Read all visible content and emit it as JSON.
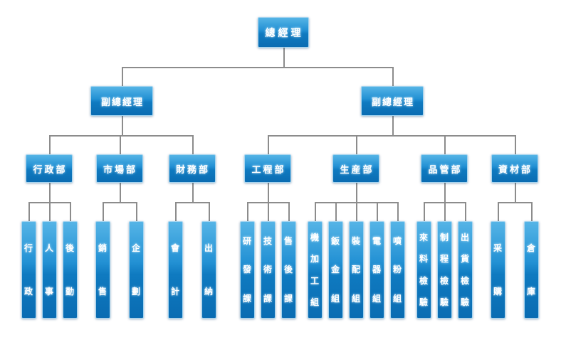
{
  "chart": {
    "type": "org-chart",
    "root": {
      "label": "總經理"
    },
    "vps": [
      {
        "label": "副總經理",
        "departments": [
          {
            "label": "行政部",
            "units": [
              "行政",
              "人事",
              "後勤"
            ]
          },
          {
            "label": "市場部",
            "units": [
              "銷售",
              "企劃"
            ]
          },
          {
            "label": "財務部",
            "units": [
              "會計",
              "出納"
            ]
          }
        ]
      },
      {
        "label": "副總經理",
        "departments": [
          {
            "label": "工程部",
            "units": [
              "研發課",
              "技術課",
              "售後課"
            ]
          },
          {
            "label": "生産部",
            "units": [
              "機加工組",
              "鈑金組",
              "裝配組",
              "電器組",
              "噴粉組"
            ]
          },
          {
            "label": "品管部",
            "units": [
              "來料檢驗",
              "制程檢驗",
              "出貨檢驗"
            ]
          },
          {
            "label": "資材部",
            "units": [
              "采購",
              "倉庫"
            ]
          }
        ]
      }
    ],
    "colors": {
      "box_gradient_top": "#55b4e6",
      "box_gradient_bottom": "#0a6cb2",
      "box_border": "#a6d5f0",
      "box_text": "#ffffff",
      "connector": "#8c8c8c",
      "background": "#ffffff"
    }
  }
}
